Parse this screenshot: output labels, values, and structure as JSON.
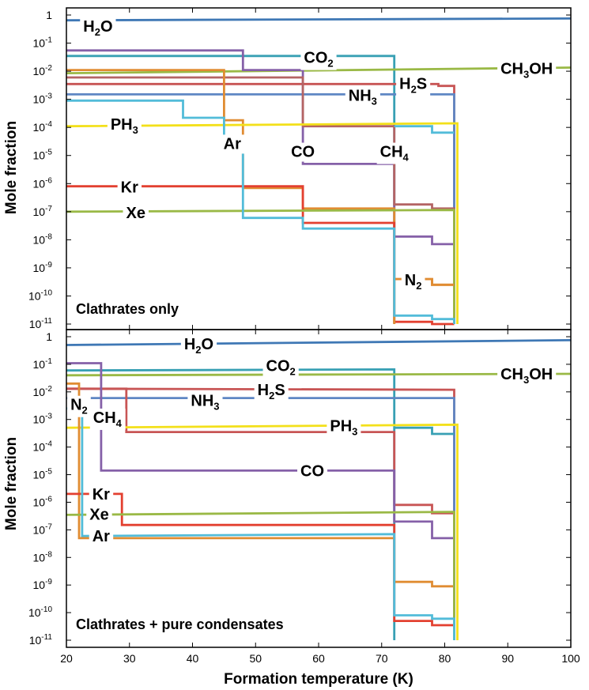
{
  "chart_data": {
    "type": "line",
    "step": true,
    "xlabel": "Formation temperature (K)",
    "ylabel": "Mole fraction",
    "xlim": [
      20,
      100
    ],
    "ylim": [
      1e-11,
      1
    ],
    "yscale": "log",
    "xticks": [
      20,
      30,
      40,
      50,
      60,
      70,
      80,
      90,
      100
    ],
    "yticks": [
      {
        "value": 1,
        "base": "1",
        "exp": ""
      },
      {
        "value": 0.1,
        "base": "10",
        "exp": "-1"
      },
      {
        "value": 0.01,
        "base": "10",
        "exp": "-2"
      },
      {
        "value": 0.001,
        "base": "10",
        "exp": "-3"
      },
      {
        "value": 0.0001,
        "base": "10",
        "exp": "-4"
      },
      {
        "value": 1e-05,
        "base": "10",
        "exp": "-5"
      },
      {
        "value": 1e-06,
        "base": "10",
        "exp": "-6"
      },
      {
        "value": 1e-07,
        "base": "10",
        "exp": "-7"
      },
      {
        "value": 1e-08,
        "base": "10",
        "exp": "-8"
      },
      {
        "value": 1e-09,
        "base": "10",
        "exp": "-9"
      },
      {
        "value": 1e-10,
        "base": "10",
        "exp": "-10"
      },
      {
        "value": 1e-11,
        "base": "10",
        "exp": "-11"
      }
    ],
    "panels": [
      {
        "title": "Clathrates only",
        "series": [
          {
            "species": "H2O",
            "color": "#3f78b5",
            "x": [
              20,
              100
            ],
            "y": [
              0.65,
              0.75
            ],
            "label": {
              "parts": [
                [
                  "H",
                  ""
                ],
                [
                  "2",
                  "sub"
                ],
                [
                  "O",
                  ""
                ]
              ],
              "x": 25,
              "y": 0.4
            }
          },
          {
            "species": "CO2",
            "color": "#38a0b4",
            "x": [
              20,
              72,
              72
            ],
            "y": [
              0.035,
              0.035,
              1e-11
            ],
            "label": {
              "parts": [
                [
                  "CO",
                  ""
                ],
                [
                  "2",
                  "sub"
                ]
              ],
              "x": 60,
              "y": 0.031
            }
          },
          {
            "species": "CH3OH",
            "color": "#9ab946",
            "x": [
              20,
              100
            ],
            "y": [
              0.0085,
              0.0135
            ],
            "label": {
              "parts": [
                [
                  "CH",
                  ""
                ],
                [
                  "3",
                  "sub"
                ],
                [
                  "OH",
                  ""
                ]
              ],
              "x": 93,
              "y": 0.0125
            }
          },
          {
            "species": "H2S",
            "color": "#c85555",
            "x": [
              20,
              79,
              79,
              81.5,
              81.5
            ],
            "y": [
              0.0035,
              0.0035,
              0.003,
              0.003,
              1e-11
            ],
            "label": {
              "parts": [
                [
                  "H",
                  ""
                ],
                [
                  "2",
                  "sub"
                ],
                [
                  "S",
                  ""
                ]
              ],
              "x": 75,
              "y": 0.0037
            }
          },
          {
            "species": "NH3",
            "color": "#5f87c4",
            "x": [
              20,
              81.5,
              81.5
            ],
            "y": [
              0.0015,
              0.0015,
              1e-11
            ],
            "label": {
              "parts": [
                [
                  "NH",
                  ""
                ],
                [
                  "3",
                  "sub"
                ]
              ],
              "x": 67,
              "y": 0.0014
            }
          },
          {
            "species": "CO",
            "color": "#8560a8",
            "x": [
              20,
              48,
              48,
              57.5,
              57.5,
              72,
              72,
              78,
              78,
              81.5,
              81.5
            ],
            "y": [
              0.055,
              0.055,
              0.011,
              0.011,
              5e-06,
              5e-06,
              1.3e-08,
              1.3e-08,
              7e-09,
              7e-09,
              1e-11
            ],
            "label": {
              "parts": [
                [
                  "CO",
                  ""
                ]
              ],
              "x": 57.5,
              "y": 1.4e-05
            }
          },
          {
            "species": "CH4",
            "color": "#b46464",
            "x": [
              20,
              57.5,
              57.5,
              72,
              72,
              78,
              78,
              81.5,
              81.5
            ],
            "y": [
              0.006,
              0.006,
              0.00011,
              0.00011,
              1.8e-07,
              1.8e-07,
              1.3e-07,
              1.3e-07,
              1e-11
            ],
            "label": {
              "parts": [
                [
                  "CH",
                  ""
                ],
                [
                  "4",
                  "sub"
                ]
              ],
              "x": 72,
              "y": 1.4e-05
            }
          },
          {
            "species": "Ar",
            "color": "#e08c32",
            "x": [
              20,
              45,
              45,
              48,
              48,
              57.5,
              57.5,
              72,
              72,
              78,
              78,
              81.5,
              81.5
            ],
            "y": [
              0.011,
              0.011,
              0.00018,
              0.00018,
              7e-07,
              7e-07,
              1.3e-07,
              1.3e-07,
              4e-10,
              4e-10,
              2.5e-10,
              2.5e-10,
              1e-11
            ],
            "label": {
              "parts": [
                [
                  "Ar",
                  ""
                ]
              ],
              "x": 46.3,
              "y": 2.7e-05
            }
          },
          {
            "species": "PH3",
            "color": "#f3e01a",
            "x": [
              20,
              82,
              82
            ],
            "y": [
              0.00011,
              0.00014,
              1e-11
            ],
            "label": {
              "parts": [
                [
                  "PH",
                  ""
                ],
                [
                  "3",
                  "sub"
                ]
              ],
              "x": 29.2,
              "y": 0.00013
            }
          },
          {
            "species": "Kr",
            "color": "#e34030",
            "x": [
              20,
              57.5,
              57.5,
              72,
              72,
              78,
              78,
              81.5,
              81.5
            ],
            "y": [
              8e-07,
              8e-07,
              4e-08,
              4e-08,
              1.2e-11,
              1.2e-11,
              1e-11,
              1e-11,
              1e-11
            ],
            "label": {
              "parts": [
                [
                  "Kr",
                  ""
                ]
              ],
              "x": 30,
              "y": 7.5e-07
            }
          },
          {
            "species": "Xe",
            "color": "#9ab946",
            "x": [
              20,
              81.5,
              81.5
            ],
            "y": [
              1e-07,
              1.15e-07,
              1e-11
            ],
            "label": {
              "parts": [
                [
                  "Xe",
                  ""
                ]
              ],
              "x": 31,
              "y": 9.2e-08
            }
          },
          {
            "species": "N2",
            "color": "#e08c32",
            "x": [
              72,
              72,
              78,
              78,
              81.5
            ],
            "y": [
              1e-11,
              4e-10,
              4e-10,
              2.5e-10,
              2.5e-10
            ],
            "label": {
              "parts": [
                [
                  "N",
                  ""
                ],
                [
                  "2",
                  "sub"
                ]
              ],
              "x": 75,
              "y": 3.8e-10
            }
          },
          {
            "species": "Ar-cyan",
            "color": "#52bcd9",
            "x": [
              20,
              38.5,
              38.5,
              45,
              45,
              48,
              48,
              57.5,
              57.5,
              72,
              72,
              78,
              78,
              81.5,
              81.5
            ],
            "y": [
              0.0009,
              0.0009,
              0.00022,
              0.00022,
              1.4e-05,
              1.4e-05,
              6e-08,
              6e-08,
              2.5e-08,
              2.5e-08,
              2e-11,
              2e-11,
              1.5e-11,
              1.5e-11,
              1e-11
            ],
            "label": null
          },
          {
            "species": "NH3-cyan",
            "color": "#52bcd9",
            "x": [
              72,
              78,
              78,
              81.5
            ],
            "y": [
              0.00011,
              0.00011,
              6.5e-05,
              6.5e-05
            ],
            "label": null
          }
        ]
      },
      {
        "title": "Clathrates + pure condensates",
        "series": [
          {
            "species": "H2O",
            "color": "#3f78b5",
            "x": [
              20,
              100
            ],
            "y": [
              0.5,
              0.75
            ],
            "label": {
              "parts": [
                [
                  "H",
                  ""
                ],
                [
                  "2",
                  "sub"
                ],
                [
                  "O",
                  ""
                ]
              ],
              "x": 41,
              "y": 0.55
            }
          },
          {
            "species": "CO2",
            "color": "#38a0b4",
            "x": [
              20,
              72,
              72
            ],
            "y": [
              0.06,
              0.065,
              1e-11
            ],
            "label": {
              "parts": [
                [
                  "CO",
                  ""
                ],
                [
                  "2",
                  "sub"
                ]
              ],
              "x": 54,
              "y": 0.09
            }
          },
          {
            "species": "CH3OH",
            "color": "#9ab946",
            "x": [
              20,
              100
            ],
            "y": [
              0.04,
              0.045
            ],
            "label": {
              "parts": [
                [
                  "CH",
                  ""
                ],
                [
                  "3",
                  "sub"
                ],
                [
                  "OH",
                  ""
                ]
              ],
              "x": 93,
              "y": 0.045
            }
          },
          {
            "species": "H2S",
            "color": "#c85555",
            "x": [
              20,
              81.5,
              81.5
            ],
            "y": [
              0.013,
              0.012,
              1e-11
            ],
            "label": {
              "parts": [
                [
                  "H",
                  ""
                ],
                [
                  "2",
                  "sub"
                ],
                [
                  "S",
                  ""
                ]
              ],
              "x": 52.5,
              "y": 0.012
            }
          },
          {
            "species": "NH3",
            "color": "#5f87c4",
            "x": [
              20,
              81.5,
              81.5
            ],
            "y": [
              0.006,
              0.006,
              1e-11
            ],
            "label": {
              "parts": [
                [
                  "NH",
                  ""
                ],
                [
                  "3",
                  "sub"
                ]
              ],
              "x": 42,
              "y": 0.005
            }
          },
          {
            "species": "CH4",
            "color": "#c85555",
            "x": [
              20,
              29.5,
              29.5,
              72,
              72,
              78,
              78,
              81.5,
              81.5
            ],
            "y": [
              0.013,
              0.013,
              0.00035,
              0.00035,
              8e-07,
              8e-07,
              4e-07,
              4e-07,
              1e-11
            ],
            "label": {
              "parts": [
                [
                  "CH",
                  ""
                ],
                [
                  "4",
                  "sub"
                ]
              ],
              "x": 26.5,
              "y": 0.0012
            }
          },
          {
            "species": "CO",
            "color": "#8560a8",
            "x": [
              20,
              25.5,
              25.5,
              72,
              72,
              78,
              78,
              81.5,
              81.5
            ],
            "y": [
              0.11,
              0.11,
              1.4e-05,
              1.4e-05,
              2e-07,
              2e-07,
              5e-08,
              5e-08,
              1e-11
            ],
            "label": {
              "parts": [
                [
                  "CO",
                  ""
                ]
              ],
              "x": 59,
              "y": 1.4e-05
            }
          },
          {
            "species": "PH3",
            "color": "#f3e01a",
            "x": [
              20,
              82,
              82
            ],
            "y": [
              0.0005,
              0.00065,
              1e-11
            ],
            "label": {
              "parts": [
                [
                  "PH",
                  ""
                ],
                [
                  "3",
                  "sub"
                ]
              ],
              "x": 64,
              "y": 0.0006
            }
          },
          {
            "species": "N2",
            "color": "#e08c32",
            "x": [
              20,
              22,
              22,
              72,
              72,
              78,
              78,
              81.5
            ],
            "y": [
              0.02,
              0.02,
              5e-08,
              5e-08,
              1.3e-09,
              1.3e-09,
              9e-10,
              9e-10
            ],
            "label": {
              "parts": [
                [
                  "N",
                  ""
                ],
                [
                  "2",
                  "sub"
                ]
              ],
              "x": 22,
              "y": 0.0035
            }
          },
          {
            "species": "Kr",
            "color": "#e34030",
            "x": [
              20,
              28.8,
              28.8,
              72,
              72,
              78,
              78,
              81.5,
              81.5
            ],
            "y": [
              2e-06,
              2e-06,
              1.5e-07,
              1.5e-07,
              5e-11,
              5e-11,
              3.5e-11,
              3.5e-11,
              1e-11
            ],
            "label": {
              "parts": [
                [
                  "Kr",
                  ""
                ]
              ],
              "x": 25.5,
              "y": 2e-06
            }
          },
          {
            "species": "Xe",
            "color": "#9ab946",
            "x": [
              20,
              81.5,
              81.5
            ],
            "y": [
              3.5e-07,
              4.5e-07,
              1e-11
            ],
            "label": {
              "parts": [
                [
                  "Xe",
                  ""
                ]
              ],
              "x": 25.2,
              "y": 3.7e-07
            }
          },
          {
            "species": "Ar",
            "color": "#52bcd9",
            "x": [
              20,
              21.5,
              21.5,
              22.5,
              22.5,
              72,
              72,
              78,
              78,
              81.5,
              81.5
            ],
            "y": [
              0.0025,
              0.0025,
              0.0025,
              0.0025,
              6e-08,
              7e-08,
              8e-11,
              8e-11,
              6e-11,
              6e-11,
              1e-11
            ],
            "label": {
              "parts": [
                [
                  "Ar",
                  ""
                ]
              ],
              "x": 25.5,
              "y": 6e-08
            }
          },
          {
            "species": "NH3-cyan",
            "color": "#38a0b4",
            "x": [
              72,
              78,
              78,
              81.5
            ],
            "y": [
              0.0005,
              0.0005,
              0.0003,
              0.0003
            ],
            "label": null
          }
        ]
      }
    ]
  }
}
